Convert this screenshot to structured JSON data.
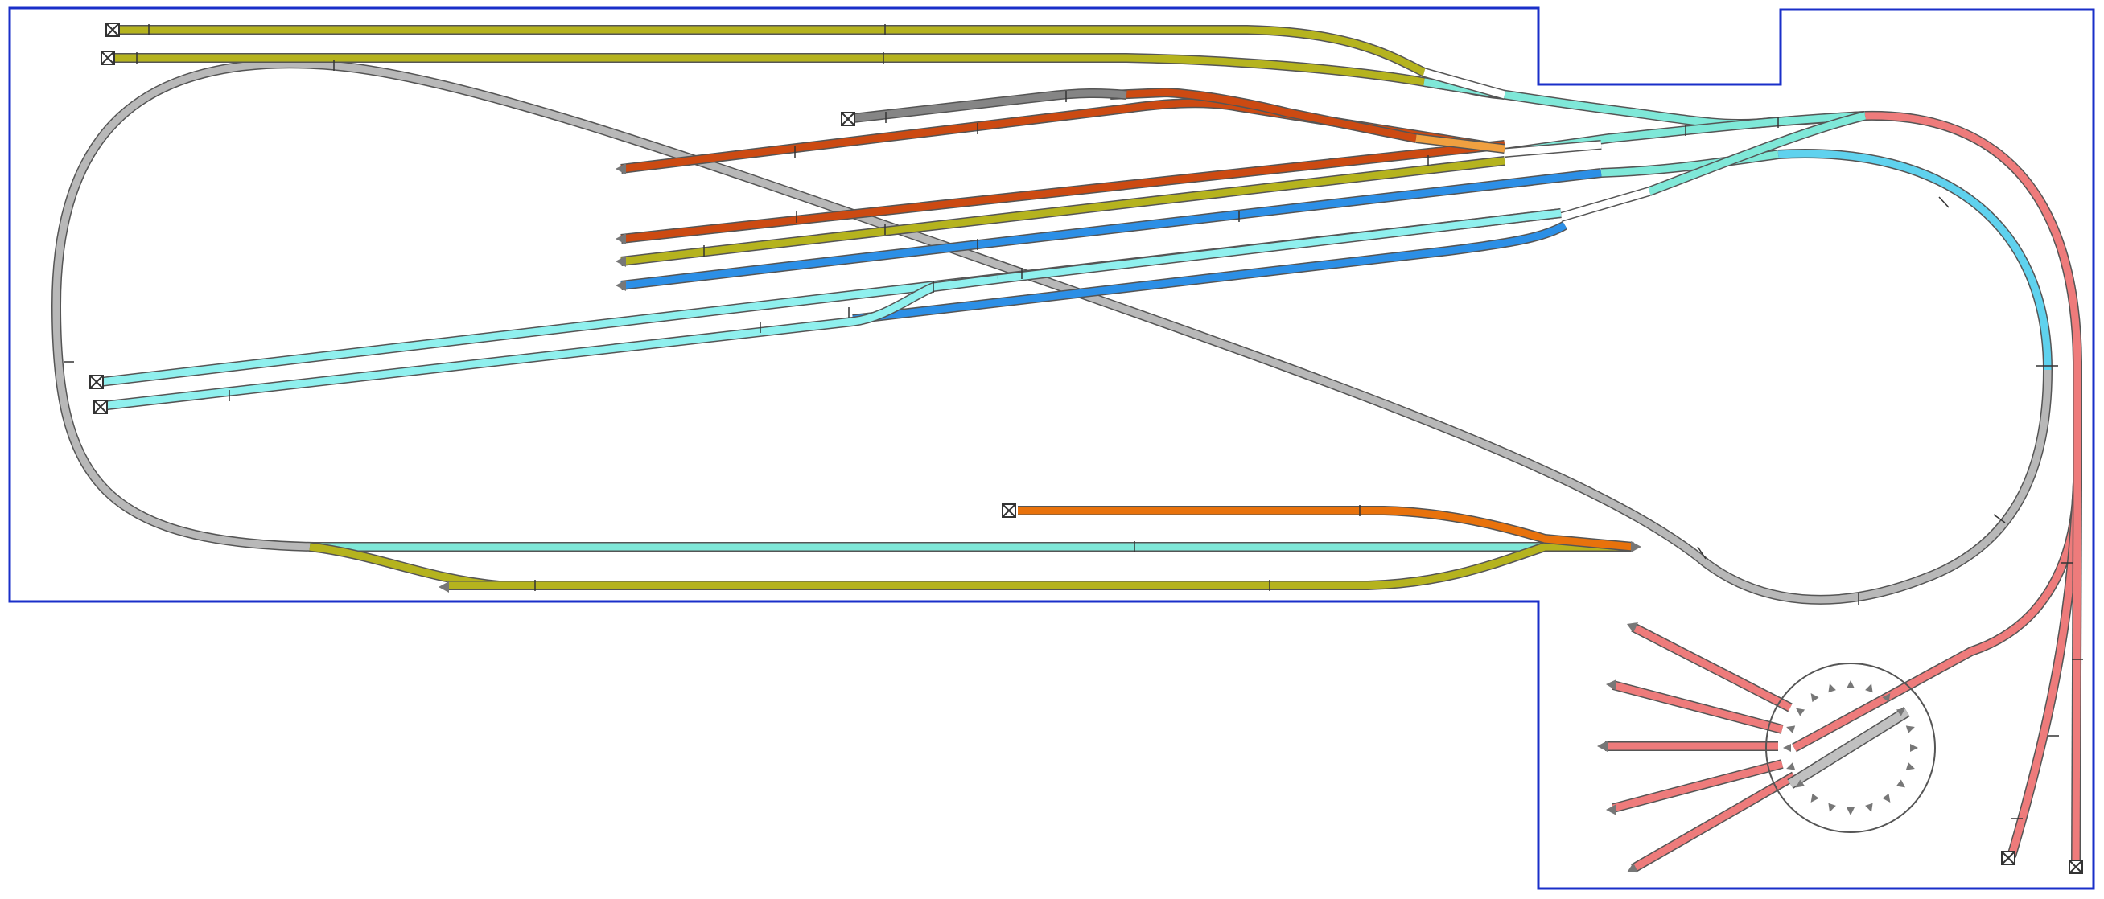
{
  "diagram": {
    "kind": "model-railroad-track-plan",
    "colors": {
      "room_border": "#1a2fc9",
      "track_edge": "#555555",
      "tie_mark": "#333333",
      "olive": "#b5b31e",
      "aqua": "#7fe8d8",
      "light_cyan": "#8ff0ee",
      "rust": "#cc4a12",
      "orange_spur": "#e8720c",
      "blue": "#2c8fe6",
      "sky": "#5fd2ee",
      "salmon": "#ee7b7b",
      "gray_loop": "#b8b8b8",
      "dark_gray": "#858585",
      "turntable_bridge": "#c0c0c0",
      "end_arrow": "#777777"
    },
    "track_groups": [
      {
        "name": "upper-olive-sidings",
        "color": "olive"
      },
      {
        "name": "aqua-main",
        "color": "aqua"
      },
      {
        "name": "rust-yard",
        "color": "rust"
      },
      {
        "name": "blue-yard-track",
        "color": "blue"
      },
      {
        "name": "sky-blue-return-curve",
        "color": "sky"
      },
      {
        "name": "salmon-engine-service",
        "color": "salmon"
      },
      {
        "name": "gray-loop",
        "color": "gray_loop"
      },
      {
        "name": "light-cyan-sidings",
        "color": "light_cyan"
      },
      {
        "name": "lower-passing-siding",
        "color": "olive"
      },
      {
        "name": "orange-spur",
        "color": "orange_spur"
      },
      {
        "name": "dark-gray-stub",
        "color": "dark_gray"
      }
    ],
    "turntable": {
      "stall_count": 5,
      "tick_marks": 20
    }
  }
}
